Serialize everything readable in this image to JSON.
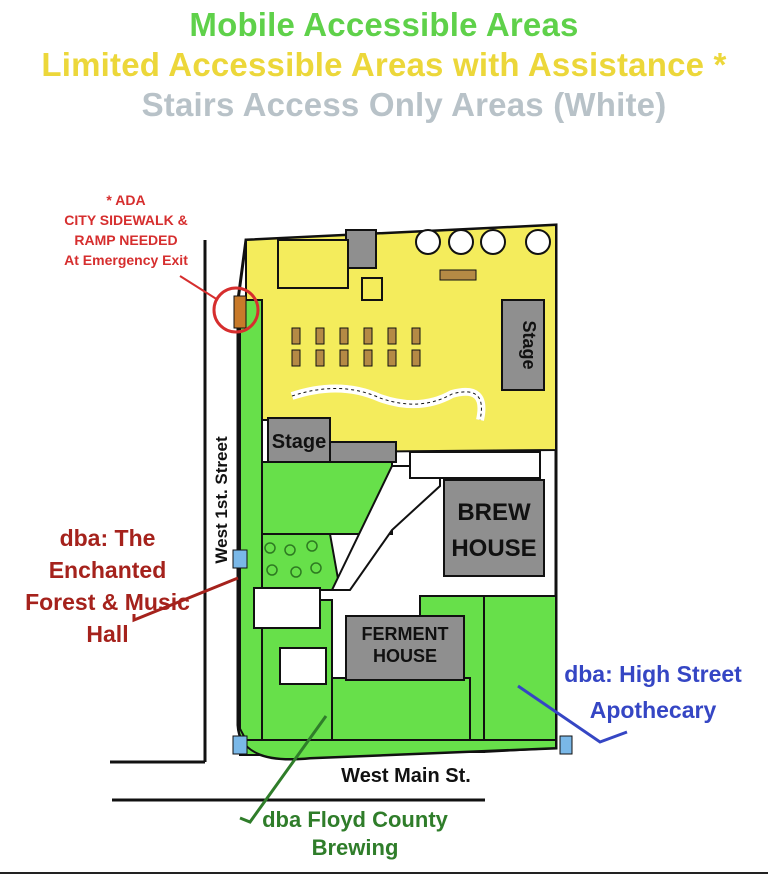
{
  "legend": {
    "mobile": {
      "label": "Mobile Accessible Areas",
      "color": "#5fd14a"
    },
    "limited": {
      "label": "Limited Accessible Areas with Assistance *",
      "color": "#ecd73a"
    },
    "stairs": {
      "label": "Stairs Access Only Areas (White)",
      "color": "#b8c2c8"
    }
  },
  "map_labels": {
    "ada_note": [
      "* ADA",
      "CITY SIDEWALK &",
      "RAMP NEEDED",
      "At Emergency Exit"
    ],
    "stage_top": "Stage",
    "stage_mid": "Stage",
    "brew_house": [
      "BREW",
      "HOUSE"
    ],
    "ferment_house": [
      "FERMENT",
      "HOUSE"
    ],
    "west_1st_street": "West 1st. Street",
    "west_main_street": "West Main St."
  },
  "businesses": {
    "enchanted_forest": {
      "lines": [
        "dba: The Enchanted",
        "Forest & Music Hall"
      ],
      "color": "#a5221c"
    },
    "high_street": {
      "lines": [
        "dba: High Street",
        "Apothecary"
      ],
      "color": "#3546c4"
    },
    "floyd_county": {
      "lines": [
        "dba Floyd County",
        "Brewing"
      ],
      "color": "#2f7d2a"
    }
  },
  "colors": {
    "green_area": "#67e04a",
    "yellow_area": "#f4ec5c",
    "gray_building": "#8f8f8f",
    "accessible_point": "#7ab8e8",
    "ada_circle": "#d62e2e"
  }
}
